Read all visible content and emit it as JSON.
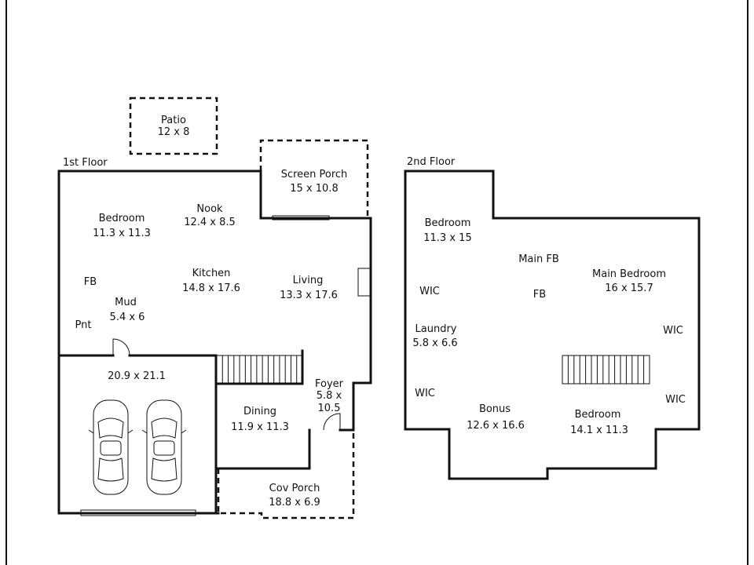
{
  "floors": {
    "first": "1st Floor",
    "second": "2nd Floor"
  },
  "rooms": {
    "patio": {
      "name": "Patio",
      "dims": "12 x 8"
    },
    "screen_porch": {
      "name": "Screen Porch",
      "dims": "15 x 10.8"
    },
    "bedroom1": {
      "name": "Bedroom",
      "dims": "11.3 x 11.3"
    },
    "nook": {
      "name": "Nook",
      "dims": "12.4 x 8.5"
    },
    "kitchen": {
      "name": "Kitchen",
      "dims": "14.8 x 17.6"
    },
    "living": {
      "name": "Living",
      "dims": "13.3 x 17.6"
    },
    "fb1": {
      "name": "FB"
    },
    "mud": {
      "name": "Mud",
      "dims": "5.4 x 6"
    },
    "pnt": {
      "name": "Pnt"
    },
    "garage": {
      "dims": "20.9 x 21.1"
    },
    "foyer": {
      "name": "Foyer",
      "dims_a": "5.8 x",
      "dims_b": "10.5"
    },
    "dining": {
      "name": "Dining",
      "dims": "11.9 x 11.3"
    },
    "cov_porch": {
      "name": "Cov Porch",
      "dims": "18.8 x 6.9"
    },
    "bedroom2": {
      "name": "Bedroom",
      "dims": "11.3 x 15"
    },
    "main_fb": {
      "name": "Main FB"
    },
    "main_bedroom": {
      "name": "Main Bedroom",
      "dims": "16 x 15.7"
    },
    "wic1": {
      "name": "WIC"
    },
    "fb2": {
      "name": "FB"
    },
    "laundry": {
      "name": "Laundry",
      "dims": "5.8 x 6.6"
    },
    "wic2": {
      "name": "WIC"
    },
    "wic3": {
      "name": "WIC"
    },
    "bonus": {
      "name": "Bonus",
      "dims": "12.6 x 16.6"
    },
    "bedroom3": {
      "name": "Bedroom",
      "dims": "14.1 x 11.3"
    },
    "wic4": {
      "name": "WIC"
    }
  }
}
